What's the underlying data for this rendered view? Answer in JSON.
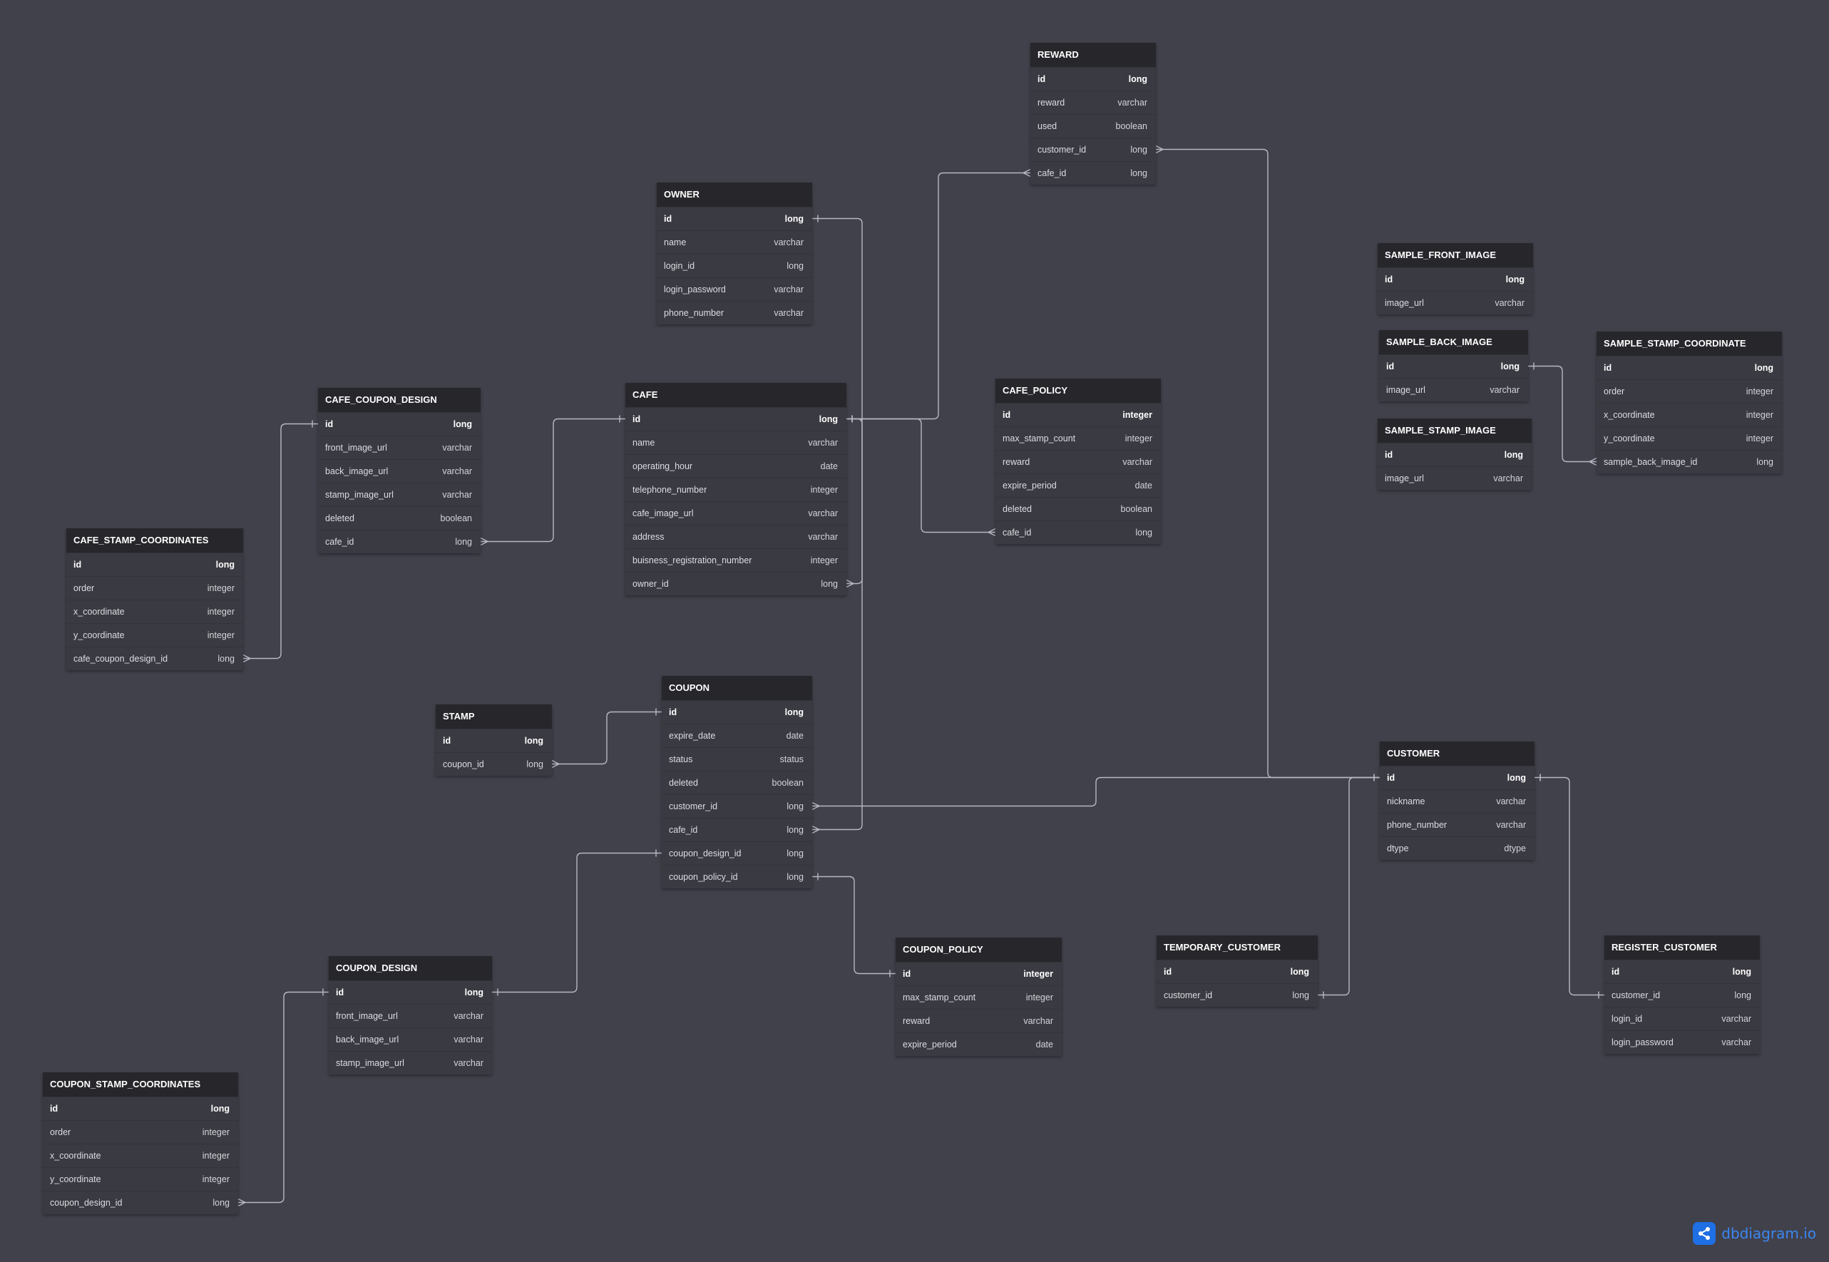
{
  "tables": [
    {
      "name": "REWARD",
      "fields": [
        [
          "id",
          "long"
        ],
        [
          "reward",
          "varchar"
        ],
        [
          "used",
          "boolean"
        ],
        [
          "customer_id",
          "long"
        ],
        [
          "cafe_id",
          "long"
        ]
      ]
    },
    {
      "name": "OWNER",
      "fields": [
        [
          "id",
          "long"
        ],
        [
          "name",
          "varchar"
        ],
        [
          "login_id",
          "long"
        ],
        [
          "login_password",
          "varchar"
        ],
        [
          "phone_number",
          "varchar"
        ]
      ]
    },
    {
      "name": "SAMPLE_FRONT_IMAGE",
      "fields": [
        [
          "id",
          "long"
        ],
        [
          "image_url",
          "varchar"
        ]
      ]
    },
    {
      "name": "SAMPLE_BACK_IMAGE",
      "fields": [
        [
          "id",
          "long"
        ],
        [
          "image_url",
          "varchar"
        ]
      ]
    },
    {
      "name": "SAMPLE_STAMP_COORDINATE",
      "fields": [
        [
          "id",
          "long"
        ],
        [
          "order",
          "integer"
        ],
        [
          "x_coordinate",
          "integer"
        ],
        [
          "y_coordinate",
          "integer"
        ],
        [
          "sample_back_image_id",
          "long"
        ]
      ]
    },
    {
      "name": "SAMPLE_STAMP_IMAGE",
      "fields": [
        [
          "id",
          "long"
        ],
        [
          "image_url",
          "varchar"
        ]
      ]
    },
    {
      "name": "CAFE_COUPON_DESIGN",
      "fields": [
        [
          "id",
          "long"
        ],
        [
          "front_image_url",
          "varchar"
        ],
        [
          "back_image_url",
          "varchar"
        ],
        [
          "stamp_image_url",
          "varchar"
        ],
        [
          "deleted",
          "boolean"
        ],
        [
          "cafe_id",
          "long"
        ]
      ]
    },
    {
      "name": "CAFE",
      "fields": [
        [
          "id",
          "long"
        ],
        [
          "name",
          "varchar"
        ],
        [
          "operating_hour",
          "date"
        ],
        [
          "telephone_number",
          "integer"
        ],
        [
          "cafe_image_url",
          "varchar"
        ],
        [
          "address",
          "varchar"
        ],
        [
          "buisness_registration_number",
          "integer"
        ],
        [
          "owner_id",
          "long"
        ]
      ]
    },
    {
      "name": "CAFE_POLICY",
      "fields": [
        [
          "id",
          "integer"
        ],
        [
          "max_stamp_count",
          "integer"
        ],
        [
          "reward",
          "varchar"
        ],
        [
          "expire_period",
          "date"
        ],
        [
          "deleted",
          "boolean"
        ],
        [
          "cafe_id",
          "long"
        ]
      ]
    },
    {
      "name": "CAFE_STAMP_COORDINATES",
      "fields": [
        [
          "id",
          "long"
        ],
        [
          "order",
          "integer"
        ],
        [
          "x_coordinate",
          "integer"
        ],
        [
          "y_coordinate",
          "integer"
        ],
        [
          "cafe_coupon_design_id",
          "long"
        ]
      ]
    },
    {
      "name": "STAMP",
      "fields": [
        [
          "id",
          "long"
        ],
        [
          "coupon_id",
          "long"
        ]
      ]
    },
    {
      "name": "COUPON",
      "fields": [
        [
          "id",
          "long"
        ],
        [
          "expire_date",
          "date"
        ],
        [
          "status",
          "status"
        ],
        [
          "deleted",
          "boolean"
        ],
        [
          "customer_id",
          "long"
        ],
        [
          "cafe_id",
          "long"
        ],
        [
          "coupon_design_id",
          "long"
        ],
        [
          "coupon_policy_id",
          "long"
        ]
      ]
    },
    {
      "name": "CUSTOMER",
      "fields": [
        [
          "id",
          "long"
        ],
        [
          "nickname",
          "varchar"
        ],
        [
          "phone_number",
          "varchar"
        ],
        [
          "dtype",
          "dtype"
        ]
      ]
    },
    {
      "name": "COUPON_POLICY",
      "fields": [
        [
          "id",
          "integer"
        ],
        [
          "max_stamp_count",
          "integer"
        ],
        [
          "reward",
          "varchar"
        ],
        [
          "expire_period",
          "date"
        ]
      ]
    },
    {
      "name": "TEMPORARY_CUSTOMER",
      "fields": [
        [
          "id",
          "long"
        ],
        [
          "customer_id",
          "long"
        ]
      ]
    },
    {
      "name": "REGISTER_CUSTOMER",
      "fields": [
        [
          "id",
          "long"
        ],
        [
          "customer_id",
          "long"
        ],
        [
          "login_id",
          "varchar"
        ],
        [
          "login_password",
          "varchar"
        ]
      ]
    },
    {
      "name": "COUPON_DESIGN",
      "fields": [
        [
          "id",
          "long"
        ],
        [
          "front_image_url",
          "varchar"
        ],
        [
          "back_image_url",
          "varchar"
        ],
        [
          "stamp_image_url",
          "varchar"
        ]
      ]
    },
    {
      "name": "COUPON_STAMP_COORDINATES",
      "fields": [
        [
          "id",
          "long"
        ],
        [
          "order",
          "integer"
        ],
        [
          "x_coordinate",
          "integer"
        ],
        [
          "y_coordinate",
          "integer"
        ],
        [
          "coupon_design_id",
          "long"
        ]
      ]
    }
  ],
  "relations": [
    {
      "from": "REWARD.customer_id",
      "to": "CUSTOMER.id",
      "cardinality": "many-to-one"
    },
    {
      "from": "REWARD.cafe_id",
      "to": "CAFE.id",
      "cardinality": "many-to-one"
    },
    {
      "from": "CAFE.owner_id",
      "to": "OWNER.id",
      "cardinality": "many-to-one"
    },
    {
      "from": "CAFE_COUPON_DESIGN.cafe_id",
      "to": "CAFE.id",
      "cardinality": "many-to-one"
    },
    {
      "from": "CAFE_POLICY.cafe_id",
      "to": "CAFE.id",
      "cardinality": "many-to-one"
    },
    {
      "from": "CAFE_STAMP_COORDINATES.cafe_coupon_design_id",
      "to": "CAFE_COUPON_DESIGN.id",
      "cardinality": "many-to-one"
    },
    {
      "from": "SAMPLE_STAMP_COORDINATE.sample_back_image_id",
      "to": "SAMPLE_BACK_IMAGE.id",
      "cardinality": "many-to-one"
    },
    {
      "from": "STAMP.coupon_id",
      "to": "COUPON.id",
      "cardinality": "many-to-one"
    },
    {
      "from": "COUPON.customer_id",
      "to": "CUSTOMER.id",
      "cardinality": "many-to-one"
    },
    {
      "from": "COUPON.cafe_id",
      "to": "CAFE.id",
      "cardinality": "many-to-one"
    },
    {
      "from": "COUPON.coupon_design_id",
      "to": "COUPON_DESIGN.id",
      "cardinality": "one-to-one"
    },
    {
      "from": "COUPON.coupon_policy_id",
      "to": "COUPON_POLICY.id",
      "cardinality": "one-to-one"
    },
    {
      "from": "TEMPORARY_CUSTOMER.customer_id",
      "to": "CUSTOMER.id",
      "cardinality": "one-to-one"
    },
    {
      "from": "REGISTER_CUSTOMER.customer_id",
      "to": "CUSTOMER.id",
      "cardinality": "one-to-one"
    },
    {
      "from": "COUPON_STAMP_COORDINATES.coupon_design_id",
      "to": "COUPON_DESIGN.id",
      "cardinality": "many-to-one"
    }
  ],
  "brand": {
    "text": "dbdiagram.io",
    "icon": "share-icon",
    "color": "#1f6fe5"
  }
}
